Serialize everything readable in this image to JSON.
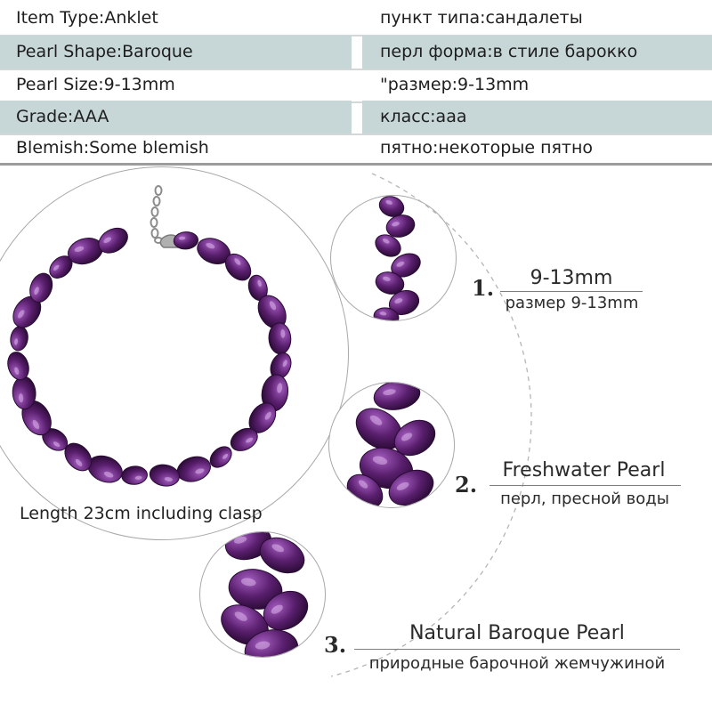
{
  "specs": [
    {
      "en": "Item Type:Anklet",
      "ru": "пункт типа:сандалеты",
      "shaded": false
    },
    {
      "en": "Pearl Shape:Baroque",
      "ru": "перл форма:в стиле барокко",
      "shaded": true
    },
    {
      "en": "Pearl Size:9-13mm",
      "ru": "\"размер:9-13mm",
      "shaded": false
    },
    {
      "en": "Grade:AAA",
      "ru": "класс:aaa",
      "shaded": true
    },
    {
      "en": "Blemish:Some blemish",
      "ru": "пятно:некоторые пятно",
      "shaded": false
    }
  ],
  "length_caption": "Length 23cm including clasp",
  "features": [
    {
      "number": "1.",
      "en": "9-13mm",
      "ru": "размер 9-13mm"
    },
    {
      "number": "2.",
      "en": "Freshwater Pearl",
      "ru": "перл, пресной воды"
    },
    {
      "number": "3.",
      "en": "Natural Baroque Pearl",
      "ru": "природные барочной жемчужиной"
    }
  ],
  "colors": {
    "row_shade": "#c7d6d7",
    "pearl": "#5a1f6e",
    "pearl_highlight": "#a35cbf",
    "pearl_shadow": "#2a0b35",
    "metal": "#9a9a9a"
  },
  "icons": {
    "clasp": "lobster-clasp-icon",
    "pearl": "baroque-pearl-icon"
  }
}
